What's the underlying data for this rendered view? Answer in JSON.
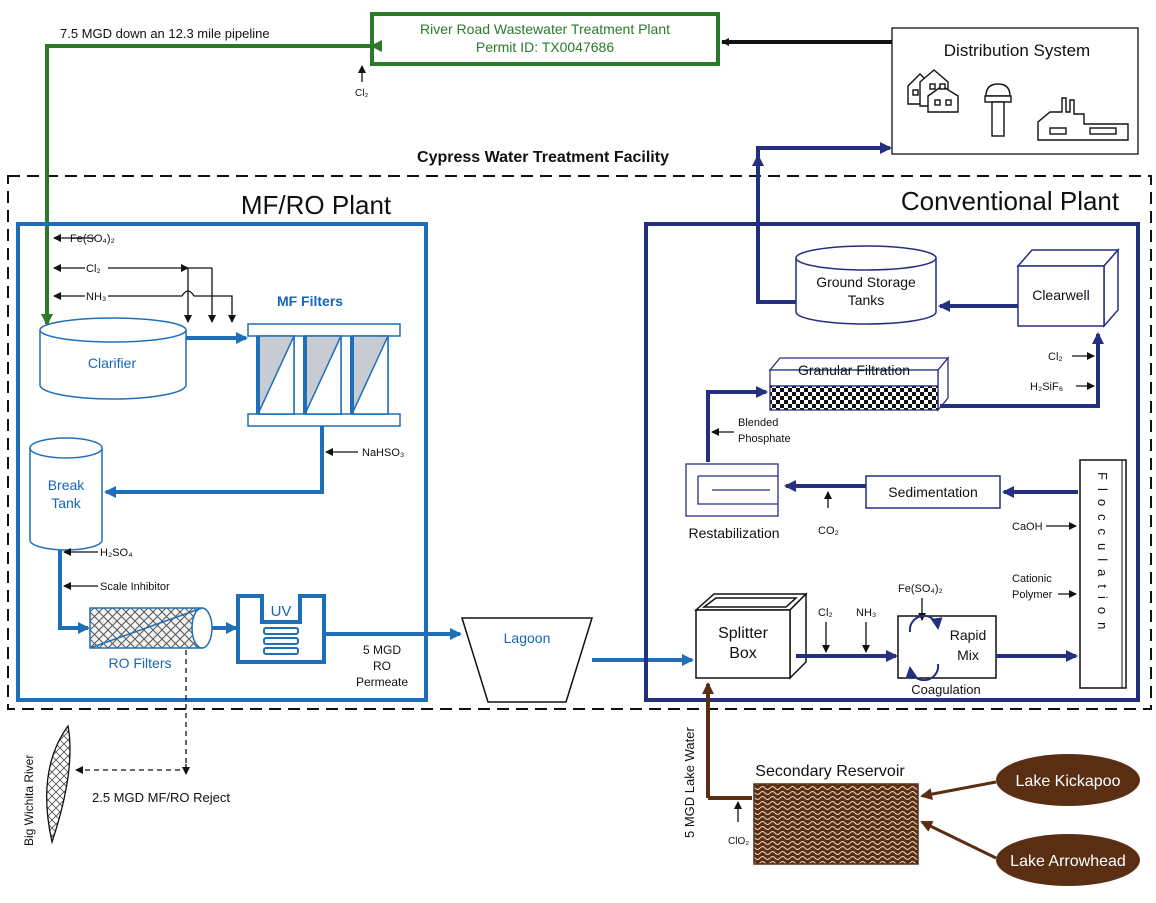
{
  "colors": {
    "green": "#2a7a2a",
    "blue": "#1f6fb8",
    "navy": "#252f80",
    "brown": "#5a2e12",
    "black": "#111111"
  },
  "wwtp": {
    "line1": "River Road Wastewater Treatment Plant",
    "line2": "Permit ID:  TX0047686"
  },
  "pipeline": "7.5 MGD down an 12.3 mile pipeline",
  "wwtp_cl2": "Cl₂",
  "distribution": {
    "title": "Distribution System"
  },
  "facility": "Cypress Water  Treatment Facility",
  "mfro": {
    "title": "MF/RO Plant",
    "chem_fe": "Fe(SO₄)₂",
    "chem_cl2": "Cl₂",
    "chem_nh3": "NH₃",
    "clarifier": "Clarifier",
    "mf_filters": "MF Filters",
    "nahso3": "NaHSO₃",
    "break_tank_1": "Break",
    "break_tank_2": "Tank",
    "h2so4": "H₂SO₄",
    "scale": "Scale Inhibitor",
    "uv": "UV",
    "ro_filters": "RO Filters",
    "permeate_1": "5 MGD",
    "permeate_2": "RO",
    "permeate_3": "Permeate"
  },
  "lagoon": "Lagoon",
  "reject": "2.5 MGD MF/RO Reject",
  "river": "Big Wichita River",
  "conv": {
    "title": "Conventional Plant",
    "ground_storage_1": "Ground Storage",
    "ground_storage_2": "Tanks",
    "clearwell": "Clearwell",
    "granular": "Granular Filtration",
    "cl2": "Cl₂",
    "h2sif6": "H₂SiF₆",
    "blended_1": "Blended",
    "blended_2": "Phosphate",
    "restabilization": "Restabilization",
    "co2": "CO₂",
    "sedimentation": "Sedimentation",
    "caoh": "CaOH",
    "cationic_1": "Cationic",
    "cationic_2": "Polymer",
    "flocculation": "Flocculation",
    "splitter_1": "Splitter",
    "splitter_2": "Box",
    "split_cl2": "Cl₂",
    "split_nh3": "NH₃",
    "fe": "Fe(SO₄)₂",
    "rapid_1": "Rapid",
    "rapid_2": "Mix",
    "coagulation": "Coagulation"
  },
  "lake_water": "5 MGD Lake Water",
  "secondary": "Secondary Reservoir",
  "clo2": "ClO₂",
  "lake_kickapoo": "Lake Kickapoo",
  "lake_arrowhead": "Lake Arrowhead"
}
